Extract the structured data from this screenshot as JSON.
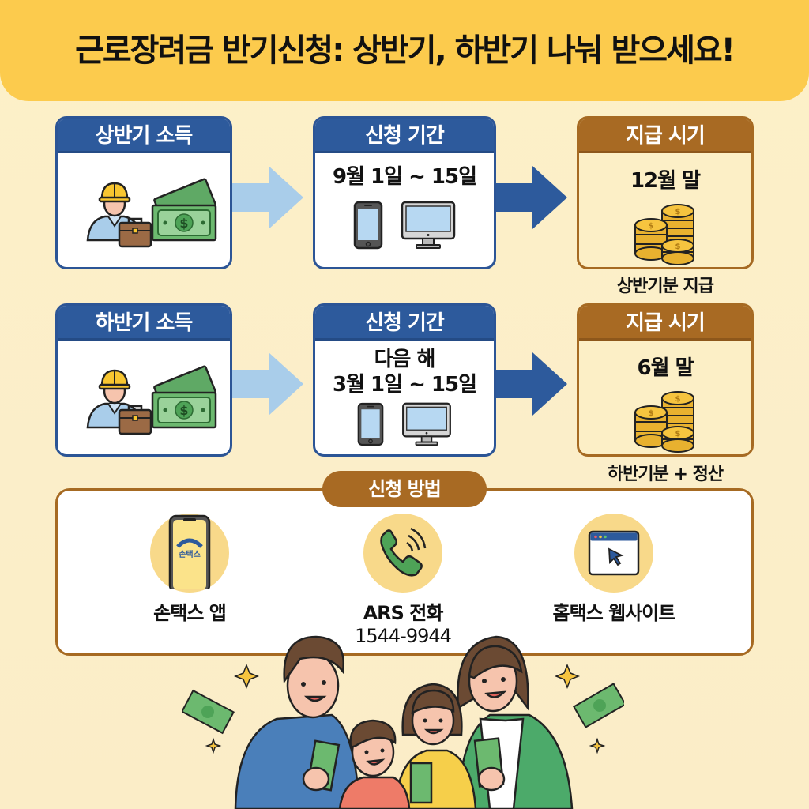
{
  "title": "근로장려금 반기신청: 상반기, 하반기 나눠 받으세요!",
  "colors": {
    "title_bg": "#fccb4d",
    "page_bg": "#fdf0c8",
    "blue_header": "#2d5a9c",
    "brown_header": "#a86a23",
    "light_arrow": "#a9cdea",
    "dark_arrow": "#2d5a9c"
  },
  "rows": [
    {
      "income": {
        "header": "상반기 소득",
        "icons": [
          "worker-icon",
          "briefcase-icon",
          "cash-icon"
        ]
      },
      "period": {
        "header": "신청 기간",
        "line1": "9월 1일 ~ 15일",
        "line2": "",
        "icons": [
          "smartphone-icon",
          "monitor-icon"
        ]
      },
      "payment": {
        "header": "지급 시기",
        "value": "12월 말",
        "icon": "coins-icon",
        "caption": "상반기분 지급"
      }
    },
    {
      "income": {
        "header": "하반기 소득",
        "icons": [
          "worker-icon",
          "briefcase-icon",
          "cash-icon"
        ]
      },
      "period": {
        "header": "신청 기간",
        "line1": "다음 해",
        "line2": "3월 1일 ~ 15일",
        "icons": [
          "smartphone-icon",
          "monitor-icon"
        ]
      },
      "payment": {
        "header": "지급 시기",
        "value": "6월 말",
        "icon": "coins-icon",
        "caption": "하반기분 + 정산"
      }
    }
  ],
  "methods": {
    "title": "신청 방법",
    "items": [
      {
        "label": "손택스 앱",
        "sub": "",
        "icon": "mobile-app-icon",
        "app_logo_text": "손택스"
      },
      {
        "label": "ARS 전화",
        "sub": "1544-9944",
        "icon": "phone-icon"
      },
      {
        "label": "홈택스 웹사이트",
        "sub": "",
        "icon": "browser-cursor-icon"
      }
    ]
  },
  "illustration": {
    "subject": "happy family holding cash",
    "members": [
      "father",
      "son",
      "daughter",
      "mother"
    ],
    "decorations": [
      "sparkle-icon",
      "flying-banknote-icon"
    ]
  }
}
